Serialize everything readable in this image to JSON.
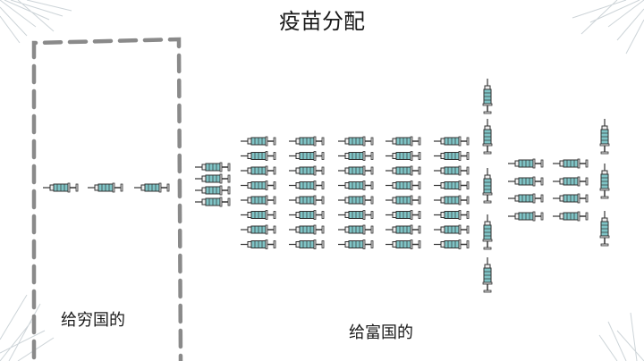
{
  "title": "疫苗分配",
  "poor": {
    "label": "给穷国的",
    "syringe_count": 3
  },
  "rich": {
    "label": "给富国的"
  },
  "colors": {
    "frame": "#8a8a8a",
    "barrel": "#7fc4c6",
    "ink": "#333333",
    "grunge": "#b8c2c8"
  },
  "icons": [
    "syringe-icon"
  ]
}
